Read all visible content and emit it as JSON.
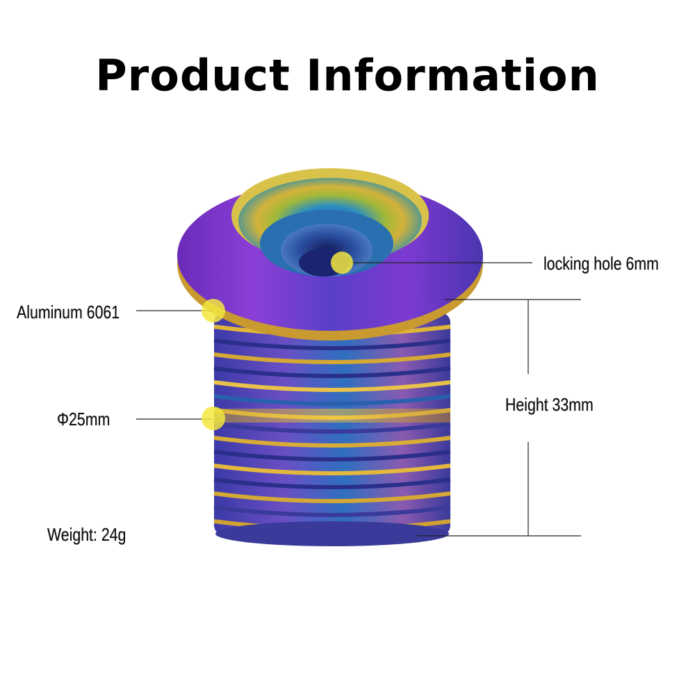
{
  "title": "Product Information",
  "labels": {
    "locking_hole": "locking hole 6mm",
    "material": "Aluminum  6061",
    "diameter": "Φ25mm",
    "height": "Height 33mm",
    "weight": "Weight: 24g"
  },
  "colors": {
    "marker": "#f2e640",
    "line": "#222222"
  }
}
